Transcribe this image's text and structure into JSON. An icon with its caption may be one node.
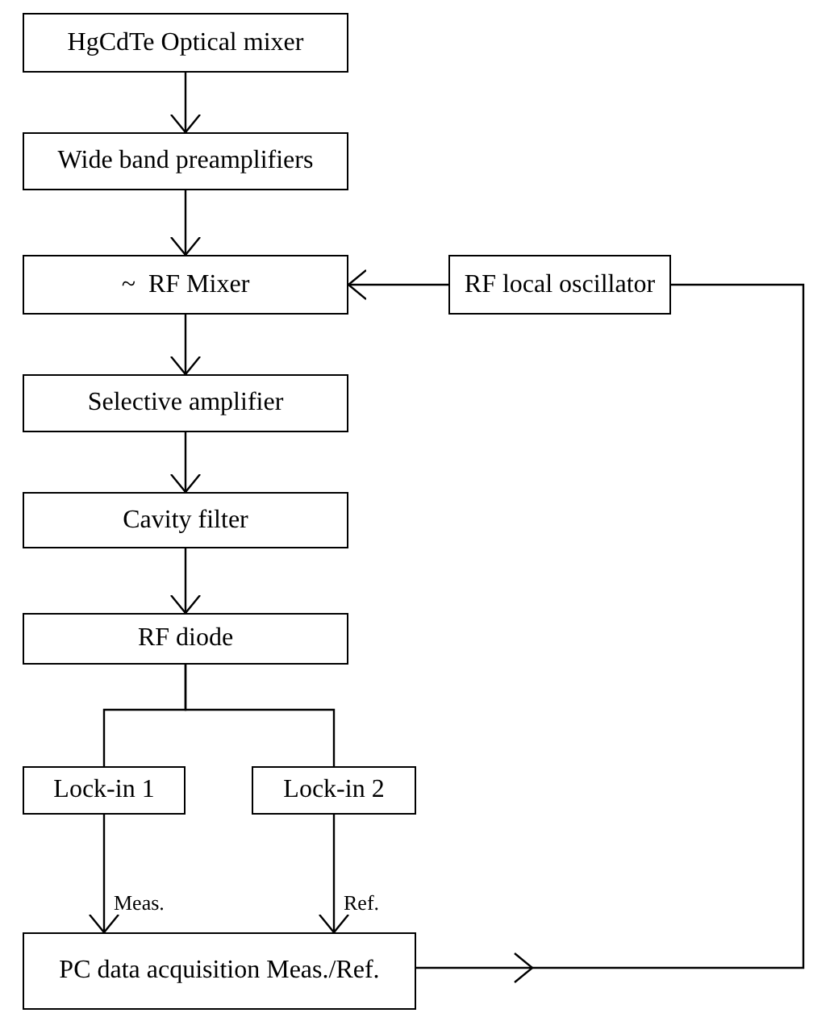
{
  "diagram": {
    "nodes": [
      {
        "text": [
          "HgCdTe Optical mixer"
        ]
      },
      {
        "text": [
          "Wide band preamplifiers"
        ]
      },
      {
        "text": [
          "~  RF Mixer"
        ]
      },
      {
        "text": [
          "RF local oscillator"
        ]
      },
      {
        "text": [
          "Selective amplifier"
        ]
      },
      {
        "text": [
          "Cavity filter"
        ]
      },
      {
        "text": [
          "RF diode"
        ]
      },
      {
        "text": [
          "Lock-in 1"
        ]
      },
      {
        "text": [
          "Lock-in 2"
        ]
      },
      {
        "text": [
          "PC data acquisition Meas./Ref."
        ]
      }
    ],
    "edges": [
      {
        "from": 0,
        "to": 1,
        "arrow": "to"
      },
      {
        "from": 1,
        "to": 2,
        "arrow": "to"
      },
      {
        "from": 3,
        "to": 2,
        "arrow": "to"
      },
      {
        "from": 2,
        "to": 4,
        "arrow": "to"
      },
      {
        "from": 4,
        "to": 5,
        "arrow": "to"
      },
      {
        "from": 5,
        "to": 6,
        "arrow": "to"
      },
      {
        "from": 6,
        "to": 7,
        "arrow": "none"
      },
      {
        "from": 6,
        "to": 8,
        "arrow": "none"
      },
      {
        "from": 7,
        "to": 9,
        "arrow": "to",
        "label": "Meas."
      },
      {
        "from": 8,
        "to": 9,
        "arrow": "to",
        "label": "Ref."
      },
      {
        "from": 9,
        "to": 3,
        "arrow": "to"
      }
    ]
  }
}
